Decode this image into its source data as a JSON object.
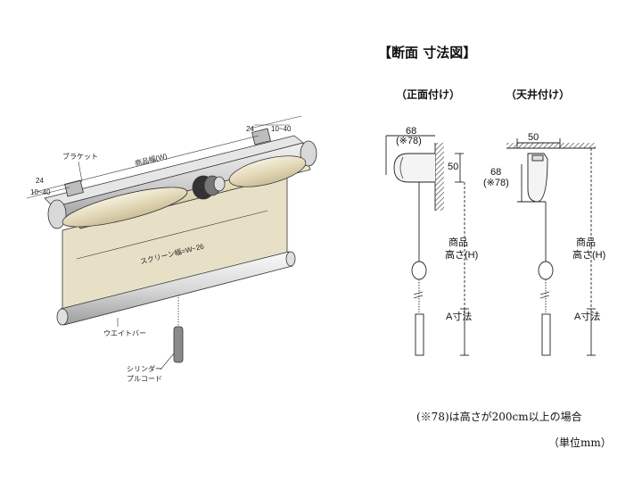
{
  "header": {
    "title": "【断面 寸法図】",
    "front_mount": "（正面付け）",
    "ceiling_mount": "（天井付け）"
  },
  "perspective": {
    "bracket": "ブラケット",
    "product_width": "商品幅(W)",
    "screen_width": "スクリーン幅=W−26",
    "weight_bar": "ウエイトバー",
    "cylinder_pull_cord_line1": "シリンダー",
    "cylinder_pull_cord_line2": "プルコード",
    "dim_24_left": "24",
    "dim_10_40_left": "10~40",
    "dim_24_right": "24",
    "dim_10_40_right": "10~40"
  },
  "front_section": {
    "depth": "68",
    "depth_alt": "(※78)",
    "height": "50",
    "product_height_line1": "商品",
    "product_height_line2": "高さ(H)",
    "a_dimension": "A寸法"
  },
  "ceiling_section": {
    "width": "50",
    "depth": "68",
    "depth_alt": "(※78)",
    "product_height_line1": "商品",
    "product_height_line2": "高さ(H)",
    "a_dimension": "A寸法"
  },
  "notes": {
    "footnote": "(※78)は高さが200cm以上の場合",
    "unit": "（単位mm）"
  },
  "colors": {
    "fabric": "#e8e0c6",
    "fabric_shade": "#d8cfb0",
    "rail": "#cfcfcf",
    "line": "#222222"
  }
}
